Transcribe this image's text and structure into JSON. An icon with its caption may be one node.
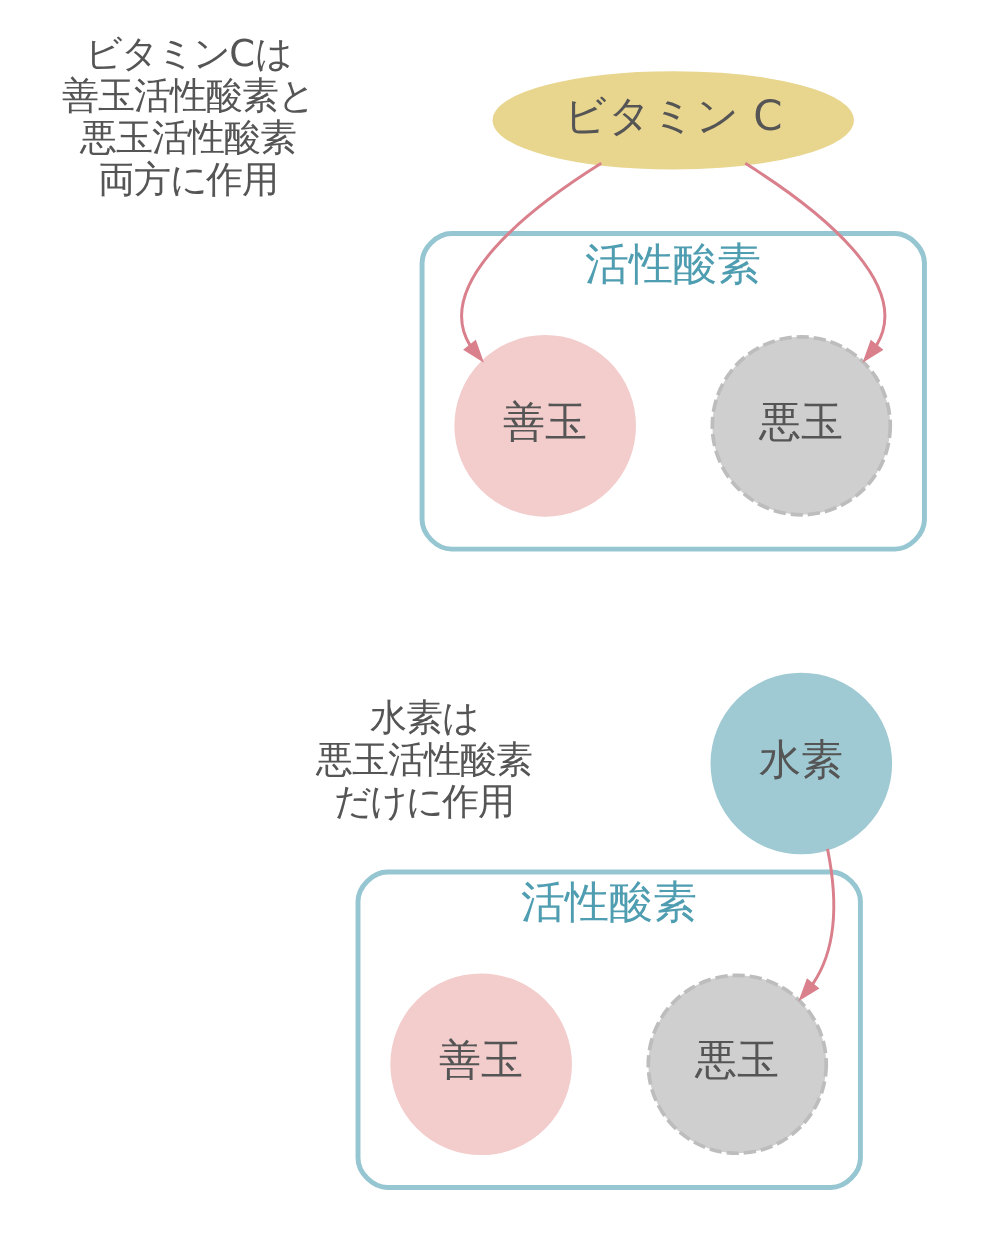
{
  "diagram": {
    "nodes": [
      {
        "text": [
          "ビタミン C"
        ]
      },
      {
        "text": [
          "活性酸素"
        ]
      },
      {
        "text": [
          "善玉"
        ],
        "in": 1
      },
      {
        "text": [
          "悪玉"
        ],
        "in": 1
      },
      {
        "text": [
          "水素"
        ]
      },
      {
        "text": [
          "活性酸素"
        ]
      },
      {
        "text": [
          "善玉"
        ],
        "in": 5
      },
      {
        "text": [
          "悪玉"
        ],
        "in": 5
      }
    ],
    "edges": [
      {
        "from": 0,
        "to": 2,
        "arrow": "to"
      },
      {
        "from": 0,
        "to": 3,
        "arrow": "to"
      },
      {
        "from": 4,
        "to": 7,
        "arrow": "to"
      }
    ],
    "labels": [
      "ビタミンCは善玉活性酸素と悪玉活性酸素両方に作用",
      "水素は悪玉活性酸素だけに作用"
    ]
  }
}
